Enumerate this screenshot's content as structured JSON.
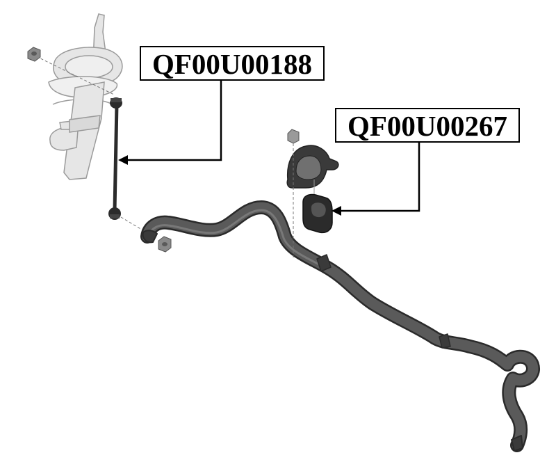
{
  "diagram": {
    "labels": [
      {
        "part_number": "QF00U00188",
        "target": "stabilizer-link"
      },
      {
        "part_number": "QF00U00267",
        "target": "stabilizer-bushing"
      }
    ],
    "colors": {
      "line": "#000000",
      "bar": "#545454",
      "bar_shade": "#3a3a3a",
      "strut": "#e6e6e6",
      "strut_edge": "#9a9a9a",
      "bushing": "#2b2b2b"
    }
  }
}
